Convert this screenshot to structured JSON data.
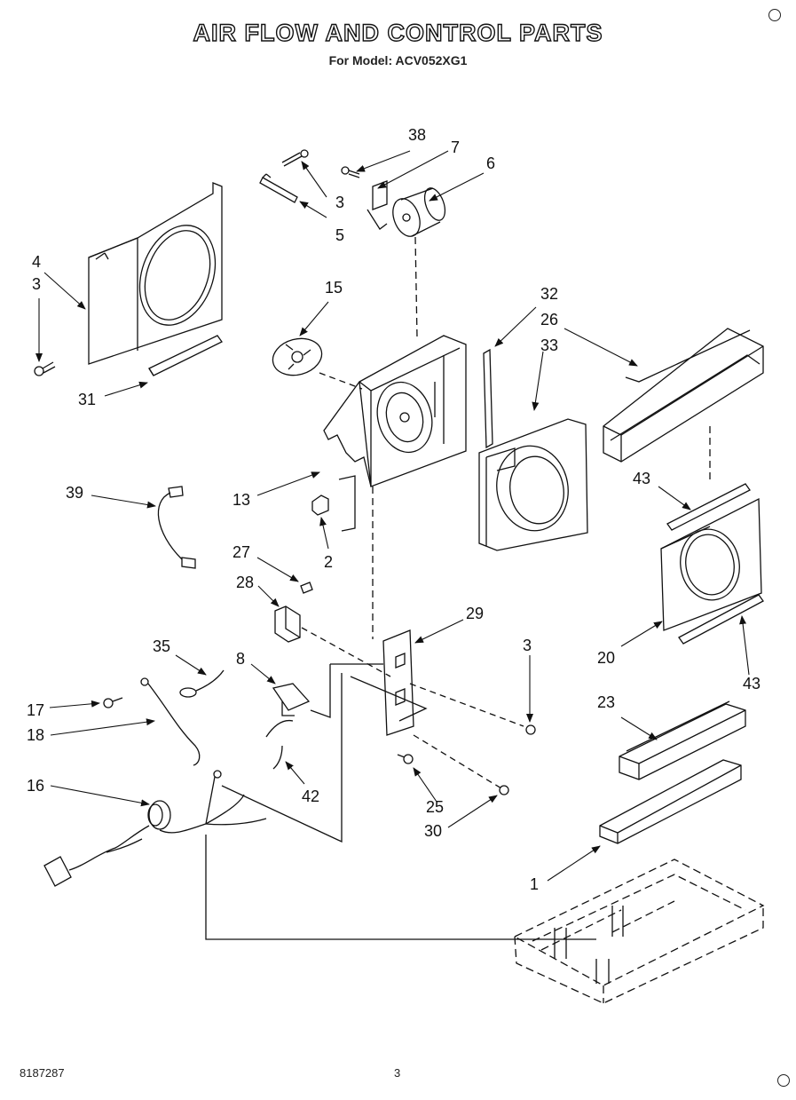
{
  "header": {
    "title": "AIR FLOW AND CONTROL PARTS",
    "subtitle": "For Model: ACV052XG1"
  },
  "footer": {
    "doc_number": "8187287",
    "page_number": "3"
  },
  "callouts": {
    "c38": "38",
    "c7": "7",
    "c6": "6",
    "c3a": "3",
    "c5": "5",
    "c4": "4",
    "c3b": "3",
    "c31": "31",
    "c15": "15",
    "c32": "32",
    "c26": "26",
    "c33": "33",
    "c39": "39",
    "c13": "13",
    "c2": "2",
    "c27": "27",
    "c28": "28",
    "c29": "29",
    "c3c": "3",
    "c43a": "43",
    "c20": "20",
    "c43b": "43",
    "c35": "35",
    "c8": "8",
    "c17": "17",
    "c18": "18",
    "c42": "42",
    "c16": "16",
    "c25": "25",
    "c30": "30",
    "c23": "23",
    "c1": "1"
  }
}
